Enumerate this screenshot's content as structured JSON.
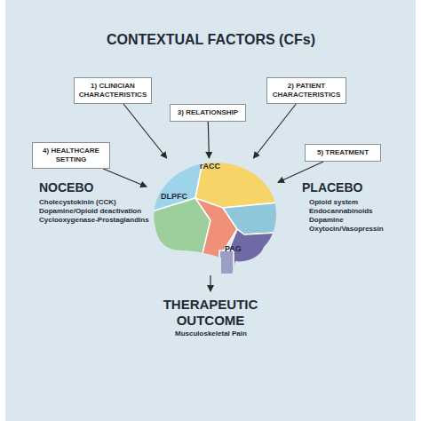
{
  "diagram": {
    "title": "CONTEXTUAL FACTORS (CFs)",
    "nodes": [
      {
        "text": [
          "1) CLINICIAN CHARACTERISTICS"
        ]
      },
      {
        "text": [
          "2) PATIENT CHARACTERISTICS"
        ]
      },
      {
        "text": [
          "3) RELATIONSHIP"
        ]
      },
      {
        "text": [
          "4) HEALTHCARE SETTING"
        ]
      },
      {
        "text": [
          "5) TREATMENT"
        ]
      },
      {
        "text": [
          "rACC",
          "DLPFC",
          "PAG"
        ]
      }
    ],
    "edges": [
      {
        "from": 0,
        "to": 5,
        "arrow": "to"
      },
      {
        "from": 1,
        "to": 5,
        "arrow": "to"
      },
      {
        "from": 2,
        "to": 5,
        "arrow": "to"
      },
      {
        "from": 3,
        "to": 5,
        "arrow": "to"
      },
      {
        "from": 4,
        "to": 5,
        "arrow": "to"
      }
    ],
    "labels": [
      "NOCEBO",
      "Cholecystokinin (CCK)",
      "Dopamine/Opioid deactivation",
      "Cyclooxygenase-Prostaglandins",
      "PLACEBO",
      "Opioid system",
      "Endocannabinoids",
      "Dopamine",
      "Oxytocin/Vasopressin",
      "THERAPEUTIC OUTCOME",
      "Musculoskeletal Pain"
    ]
  }
}
